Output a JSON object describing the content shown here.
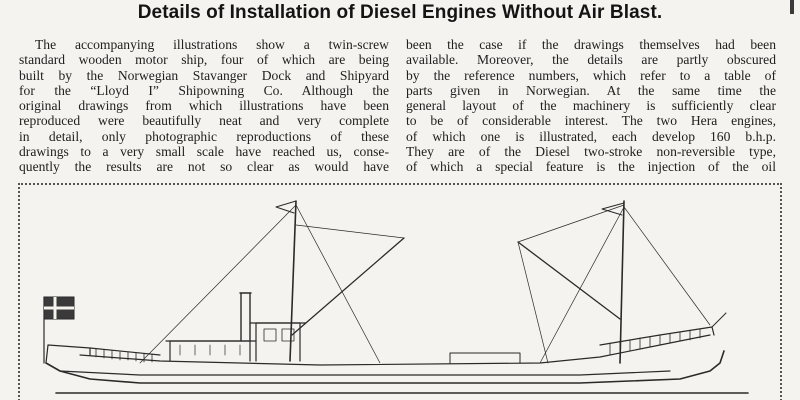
{
  "article": {
    "title": "Details of Installation of Diesel Engines Without Air Blast.",
    "left_lines": [
      "The accompanying illustrations show a twin-screw",
      "standard wooden motor ship, four of which are being",
      "built by the Norwegian Stavanger Dock and Shipyard",
      "for the “Lloyd I” Shipowning Co. Although the",
      "original drawings from which illustrations have been",
      "reproduced were beautifully neat and very complete",
      "in detail, only photographic reproductions of these",
      "drawings to a very small scale have reached us, conse-",
      "quently the results are not so clear as would have"
    ],
    "right_lines": [
      "been the case if the drawings themselves had been",
      "available. Moreover, the details are partly obscured",
      "by the reference numbers, which refer to a table of",
      "parts given in Norwegian. At the same time the",
      "general layout of the machinery is sufficiently clear",
      "to be of considerable interest. The two Hera engines,",
      "of which one is illustrated, each develop 160 b.h.p.",
      "They are of the Diesel two-stroke non-reversible type,",
      "of which a special feature is the injection of the oil"
    ]
  },
  "figure": {
    "subject": "twin-screw wooden motor ship elevation drawing",
    "ink_color": "#2a2a2a",
    "flag_colors": [
      "#3a3a3a",
      "#f4f3ef"
    ]
  }
}
